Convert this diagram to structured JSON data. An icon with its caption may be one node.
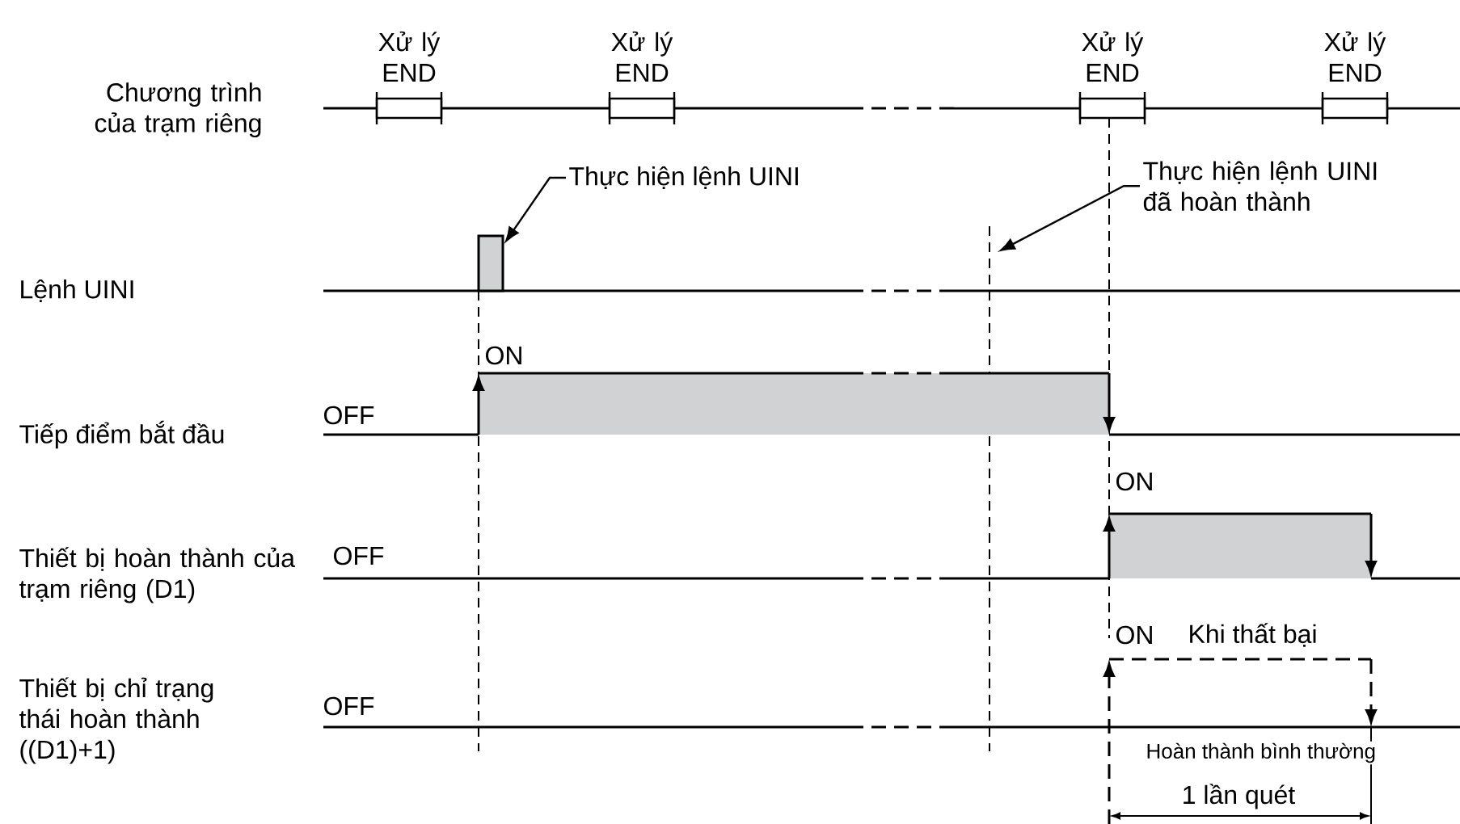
{
  "diagram": {
    "nodes": [
      {
        "text": [
          "Thực hiện lệnh UINI"
        ]
      },
      {
        "text": [
          "Thực hiện lệnh UINI đã hoàn thành"
        ]
      },
      {
        "text": [],
        "shape": "bar"
      }
    ],
    "edges": [
      {
        "from": 0,
        "to": 2,
        "arrow": "to"
      },
      {
        "from": 1,
        "to": null,
        "arrow": "to"
      }
    ],
    "labels": [
      "Xử lý END",
      "Xử lý END",
      "Xử lý END",
      "Xử lý END",
      "Chương trình của trạm riêng",
      "Lệnh UINI",
      "ON",
      "OFF",
      "Tiếp điểm bắt đầu",
      "ON",
      "Thiết bị hoàn thành của trạm riêng (D1)",
      "OFF",
      "ON",
      "Khi thất bại",
      "Thiết bị chỉ trạng thái hoàn thành ((D1)+1)",
      "OFF",
      "Hoàn thành bình thường",
      "1 lần quét"
    ]
  }
}
